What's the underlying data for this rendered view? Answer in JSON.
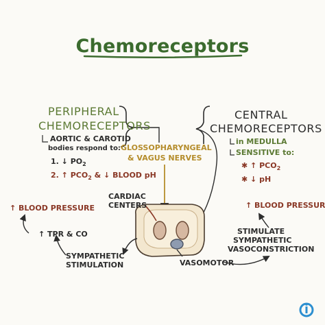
{
  "title": "Chemoreceptors",
  "peripheral": {
    "heading_line1": "PERIPHERAL",
    "heading_line2": "CHEMORECEPTORS",
    "bodies": "AORTIC & CAROTID",
    "respond": "bodies respond to:",
    "item1_prefix": "1. ↓ PO",
    "item1_sub": "2",
    "item2_prefix": "2. ↑ PCO",
    "item2_sub": "2",
    "item2_suffix": "& ↓ BLOOD pH"
  },
  "nerves": {
    "line1": "GLOSSOPHARYNGEAL",
    "line2": "& VAGUS NERVES"
  },
  "central": {
    "heading_line1": "CENTRAL",
    "heading_line2": "CHEMORECEPTORS",
    "medulla": "in MEDULLA",
    "sensitive": "SENSITIVE to:",
    "item1_prefix": "✱ ↑ PCO",
    "item1_sub": "2",
    "item2": "✱ ↓ pH"
  },
  "left_chain": {
    "blood_pressure": "↑ BLOOD PRESSURE",
    "tpr_co": "↑ TPR & CO",
    "sympathetic_line1": "SYMPATHETIC",
    "sympathetic_line2": "STIMULATION"
  },
  "cardiac": {
    "line1": "CARDIAC",
    "line2": "CENTERS"
  },
  "vasomotor": "VASOMOTOR",
  "right_chain": {
    "blood_pressure": "↑ BLOOD PRESSURE",
    "stimulate_line1": "STIMULATE",
    "stimulate_line2": "SYMPATHETIC",
    "stimulate_line3": "VASOCONSTRICTION"
  },
  "colors": {
    "green": "#5c7a34",
    "title_green": "#3b6b2e",
    "red": "#8a3826",
    "gold": "#b58d2c",
    "dark": "#2d2d2d",
    "brand_blue": "#2d8fd0"
  }
}
